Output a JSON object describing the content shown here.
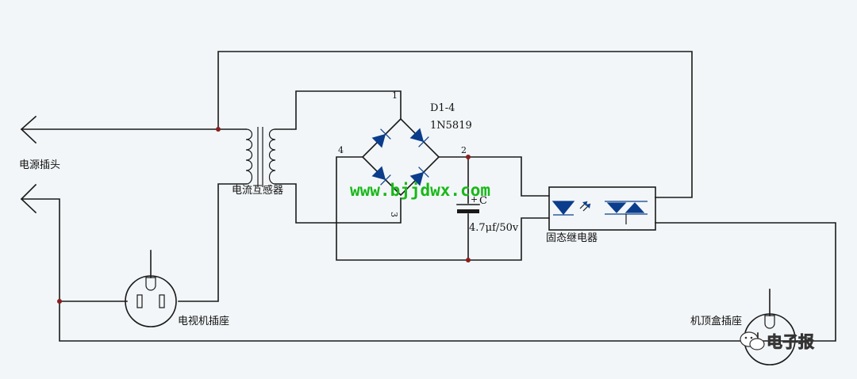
{
  "labels": {
    "plug": "电源插头",
    "transformer": "电流互感器",
    "tv_socket": "电视机插座",
    "stb_socket": "机顶盒插座",
    "relay": "固态继电器",
    "diode_ref": "D1-4",
    "diode_part": "1N5819",
    "cap_ref": "C",
    "cap_plus": "+",
    "cap_value": "4.7μf/50v",
    "pin1": "1",
    "pin2": "2",
    "pin3": "3",
    "pin4": "4"
  },
  "watermark": {
    "url": "www.bjjdwx.com",
    "url_color": "#18b818",
    "brand": "电子报"
  }
}
